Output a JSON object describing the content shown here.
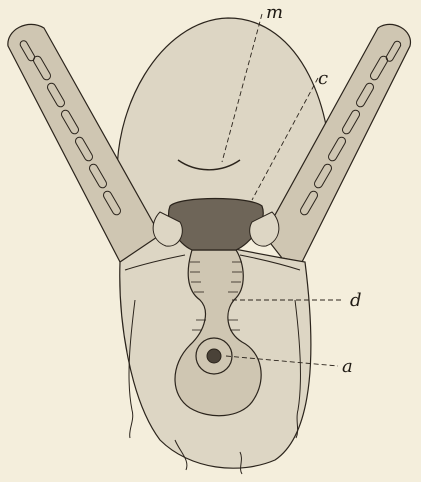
{
  "figure": {
    "labels": {
      "m": "m",
      "c": "c",
      "d": "d",
      "a": "a"
    }
  }
}
